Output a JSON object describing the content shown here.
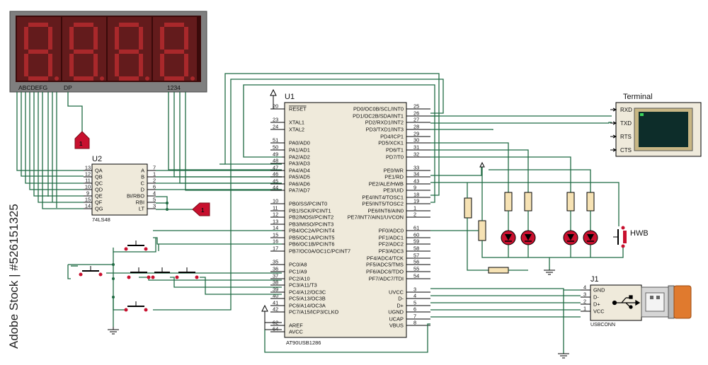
{
  "display": {
    "segment_label": "ABCDEFG",
    "dp_label": "DP",
    "digit_label": "1234",
    "digits": [
      "8",
      "8",
      "8",
      "8"
    ]
  },
  "u1": {
    "ref": "U1",
    "part": "AT90USB1286",
    "left_pins": [
      {
        "num": "20",
        "name": "RESET",
        "overline": true
      },
      {
        "num": "23",
        "name": "XTAL1"
      },
      {
        "num": "24",
        "name": "XTAL2"
      },
      {
        "num": "51",
        "name": "PA0/AD0"
      },
      {
        "num": "50",
        "name": "PA1/AD1"
      },
      {
        "num": "49",
        "name": "PA2/AD2"
      },
      {
        "num": "48",
        "name": "PA3/AD3"
      },
      {
        "num": "47",
        "name": "PA4/AD4"
      },
      {
        "num": "46",
        "name": "PA5/AD5"
      },
      {
        "num": "45",
        "name": "PA6/AD6"
      },
      {
        "num": "44",
        "name": "PA7/AD7"
      },
      {
        "num": "10",
        "name": "PB0/SS/PCINT0"
      },
      {
        "num": "11",
        "name": "PB1/SCK/PCINT1"
      },
      {
        "num": "12",
        "name": "PB2/MOSI/PCINT2"
      },
      {
        "num": "13",
        "name": "PB3/MISO/PCINT3"
      },
      {
        "num": "14",
        "name": "PB4/OC2A/PCINT4"
      },
      {
        "num": "15",
        "name": "PB5/OC1A/PCINT5"
      },
      {
        "num": "16",
        "name": "PB6/OC1B/PCINT6"
      },
      {
        "num": "17",
        "name": "PB7/OC0A/OC1C/PCINT7"
      },
      {
        "num": "35",
        "name": "PC0/A8"
      },
      {
        "num": "36",
        "name": "PC1/A9"
      },
      {
        "num": "37",
        "name": "PC2/A10"
      },
      {
        "num": "38",
        "name": "PC3/A11/T3"
      },
      {
        "num": "39",
        "name": "PC4/A12/OC3C"
      },
      {
        "num": "40",
        "name": "PC5/A13/OC3B"
      },
      {
        "num": "41",
        "name": "PC6/A14/OC3A"
      },
      {
        "num": "42",
        "name": "PC7/A15/ICP3/CLKO"
      },
      {
        "num": "62",
        "name": "AREF"
      },
      {
        "num": "64",
        "name": "AVCC"
      }
    ],
    "right_pins": [
      {
        "num": "25",
        "name": "PD0/OC0B/SCL/INT0"
      },
      {
        "num": "26",
        "name": "PD1/OC2B/SDA/INT1"
      },
      {
        "num": "27",
        "name": "PD2/RXD1/INT2"
      },
      {
        "num": "28",
        "name": "PD3/TXD1/INT3"
      },
      {
        "num": "29",
        "name": "PD4/ICP1"
      },
      {
        "num": "30",
        "name": "PD5/XCK1"
      },
      {
        "num": "31",
        "name": "PD6/T1"
      },
      {
        "num": "32",
        "name": "PD7/T0"
      },
      {
        "num": "33",
        "name": "PE0/WR"
      },
      {
        "num": "34",
        "name": "PE1/RD"
      },
      {
        "num": "43",
        "name": "PE2/ALE/HWB"
      },
      {
        "num": "9",
        "name": "PE3/UID"
      },
      {
        "num": "18",
        "name": "PE4/INT4/TOSC1"
      },
      {
        "num": "19",
        "name": "PE5/INT5/TOSC2"
      },
      {
        "num": "1",
        "name": "PE6/INT6/AIN0"
      },
      {
        "num": "2",
        "name": "PE7/INT7/AIN1/UVCON"
      },
      {
        "num": "61",
        "name": "PF0/ADC0"
      },
      {
        "num": "60",
        "name": "PF1/ADC1"
      },
      {
        "num": "59",
        "name": "PF2/ADC2"
      },
      {
        "num": "58",
        "name": "PF3/ADC3"
      },
      {
        "num": "57",
        "name": "PF4/ADC4/TCK"
      },
      {
        "num": "56",
        "name": "PF5/ADC5/TMS"
      },
      {
        "num": "55",
        "name": "PF6/ADC6/TDO"
      },
      {
        "num": "54",
        "name": "PF7/ADC7/TDI"
      },
      {
        "num": "3",
        "name": "UVCC"
      },
      {
        "num": "4",
        "name": "D-"
      },
      {
        "num": "5",
        "name": "D+"
      },
      {
        "num": "6",
        "name": "UGND"
      },
      {
        "num": "7",
        "name": "UCAP"
      },
      {
        "num": "8",
        "name": "VBUS"
      }
    ]
  },
  "u2": {
    "ref": "U2",
    "part": "74LS48",
    "left_pins": [
      {
        "num": "13",
        "name": "QA"
      },
      {
        "num": "12",
        "name": "QB"
      },
      {
        "num": "11",
        "name": "QC"
      },
      {
        "num": "10",
        "name": "QD"
      },
      {
        "num": "9",
        "name": "QE"
      },
      {
        "num": "15",
        "name": "QF"
      },
      {
        "num": "14",
        "name": "QG"
      }
    ],
    "right_pins": [
      {
        "num": "7",
        "name": "A"
      },
      {
        "num": "1",
        "name": "B"
      },
      {
        "num": "2",
        "name": "C"
      },
      {
        "num": "6",
        "name": "D"
      },
      {
        "num": "4",
        "name": "BI/RBO"
      },
      {
        "num": "5",
        "name": "RBI"
      },
      {
        "num": "3",
        "name": "LT"
      }
    ]
  },
  "terminal": {
    "title": "Terminal",
    "pins": [
      "RXD",
      "TXD",
      "RTS",
      "CTS"
    ]
  },
  "j1": {
    "ref": "J1",
    "part": "USBCONN",
    "pins": [
      {
        "num": "4",
        "name": "GND"
      },
      {
        "num": "3",
        "name": "D-"
      },
      {
        "num": "2",
        "name": "D+"
      },
      {
        "num": "1",
        "name": "VCC"
      }
    ]
  },
  "hwb_label": "HWB",
  "power_tags": [
    "1",
    "1"
  ],
  "watermark": "Adobe Stock | #526151325",
  "colors": {
    "wire": "#1f6b43",
    "chip_body": "#efeadb",
    "display_bg": "#7f7f7f",
    "segment_off": "#a9282b",
    "led_red": "#c8102e",
    "resistor": "#f6e2b4",
    "usb_plug": "#e07a2e"
  }
}
